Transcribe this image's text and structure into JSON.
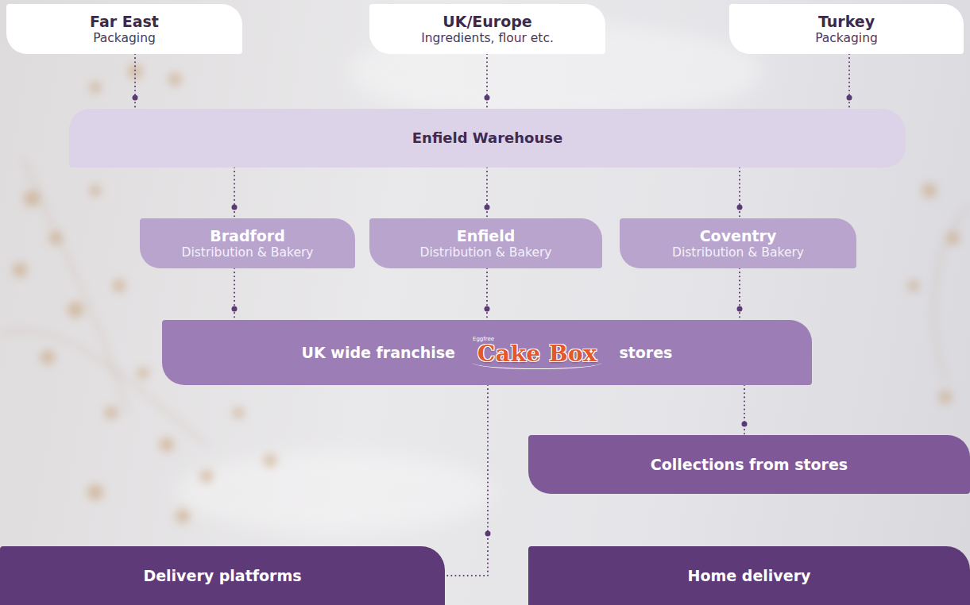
{
  "diagram": {
    "nodes": [
      {
        "text": [
          "Far East",
          "Packaging"
        ]
      },
      {
        "text": [
          "UK/Europe",
          "Ingredients, flour etc."
        ]
      },
      {
        "text": [
          "Turkey",
          "Packaging"
        ]
      },
      {
        "text": [
          "Enfield Warehouse"
        ]
      },
      {
        "text": [
          "Bradford",
          "Distribution & Bakery"
        ]
      },
      {
        "text": [
          "Enfield",
          "Distribution & Bakery"
        ]
      },
      {
        "text": [
          "Coventry",
          "Distribution & Bakery"
        ]
      },
      {
        "text": [
          "UK wide franchise",
          "Eggfree",
          "Cake Box",
          "stores"
        ]
      },
      {
        "text": [
          "Collections from stores"
        ]
      },
      {
        "text": [
          "Delivery platforms"
        ]
      },
      {
        "text": [
          "Home delivery"
        ]
      }
    ],
    "edges": [
      {
        "from": 0,
        "to": 3,
        "arrow": "none"
      },
      {
        "from": 1,
        "to": 3,
        "arrow": "none"
      },
      {
        "from": 2,
        "to": 3,
        "arrow": "none"
      },
      {
        "from": 3,
        "to": 4,
        "arrow": "none"
      },
      {
        "from": 3,
        "to": 5,
        "arrow": "none"
      },
      {
        "from": 3,
        "to": 6,
        "arrow": "none"
      },
      {
        "from": 4,
        "to": 7,
        "arrow": "none"
      },
      {
        "from": 5,
        "to": 7,
        "arrow": "none"
      },
      {
        "from": 6,
        "to": 7,
        "arrow": "none"
      },
      {
        "from": 7,
        "to": 8,
        "arrow": "none"
      },
      {
        "from": 7,
        "to": 9,
        "arrow": "none"
      }
    ]
  }
}
